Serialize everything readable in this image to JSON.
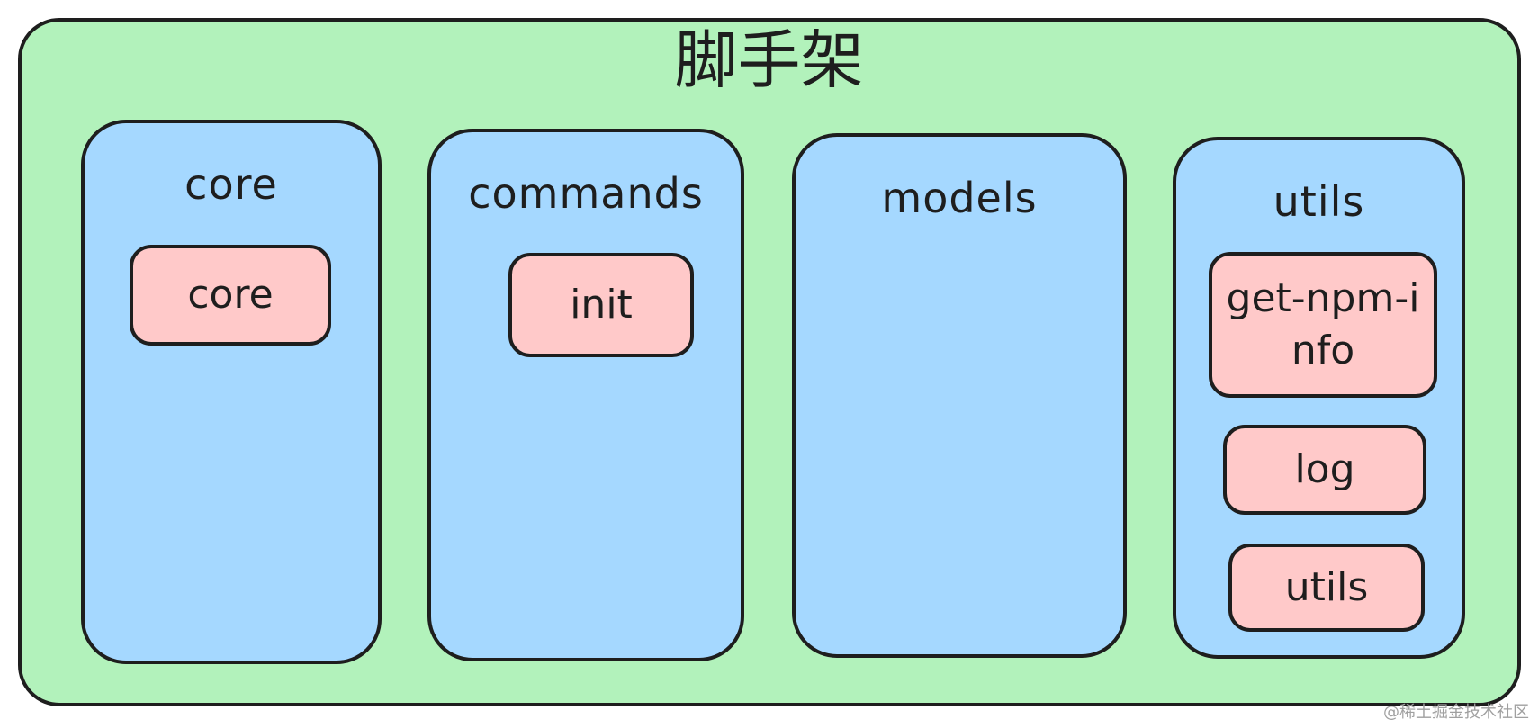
{
  "diagram": {
    "title": "脚手架",
    "modules": [
      {
        "label": "core",
        "packages": [
          "core"
        ]
      },
      {
        "label": "commands",
        "packages": [
          "init"
        ]
      },
      {
        "label": "models",
        "packages": []
      },
      {
        "label": "utils",
        "packages": [
          "get-npm-info",
          "log",
          "utils"
        ]
      }
    ]
  },
  "watermark": "@稀土掘金技术社区",
  "colors": {
    "container": "#b2f2bb",
    "module": "#a5d8ff",
    "package": "#ffc9c9",
    "stroke": "#1e1e1e"
  }
}
